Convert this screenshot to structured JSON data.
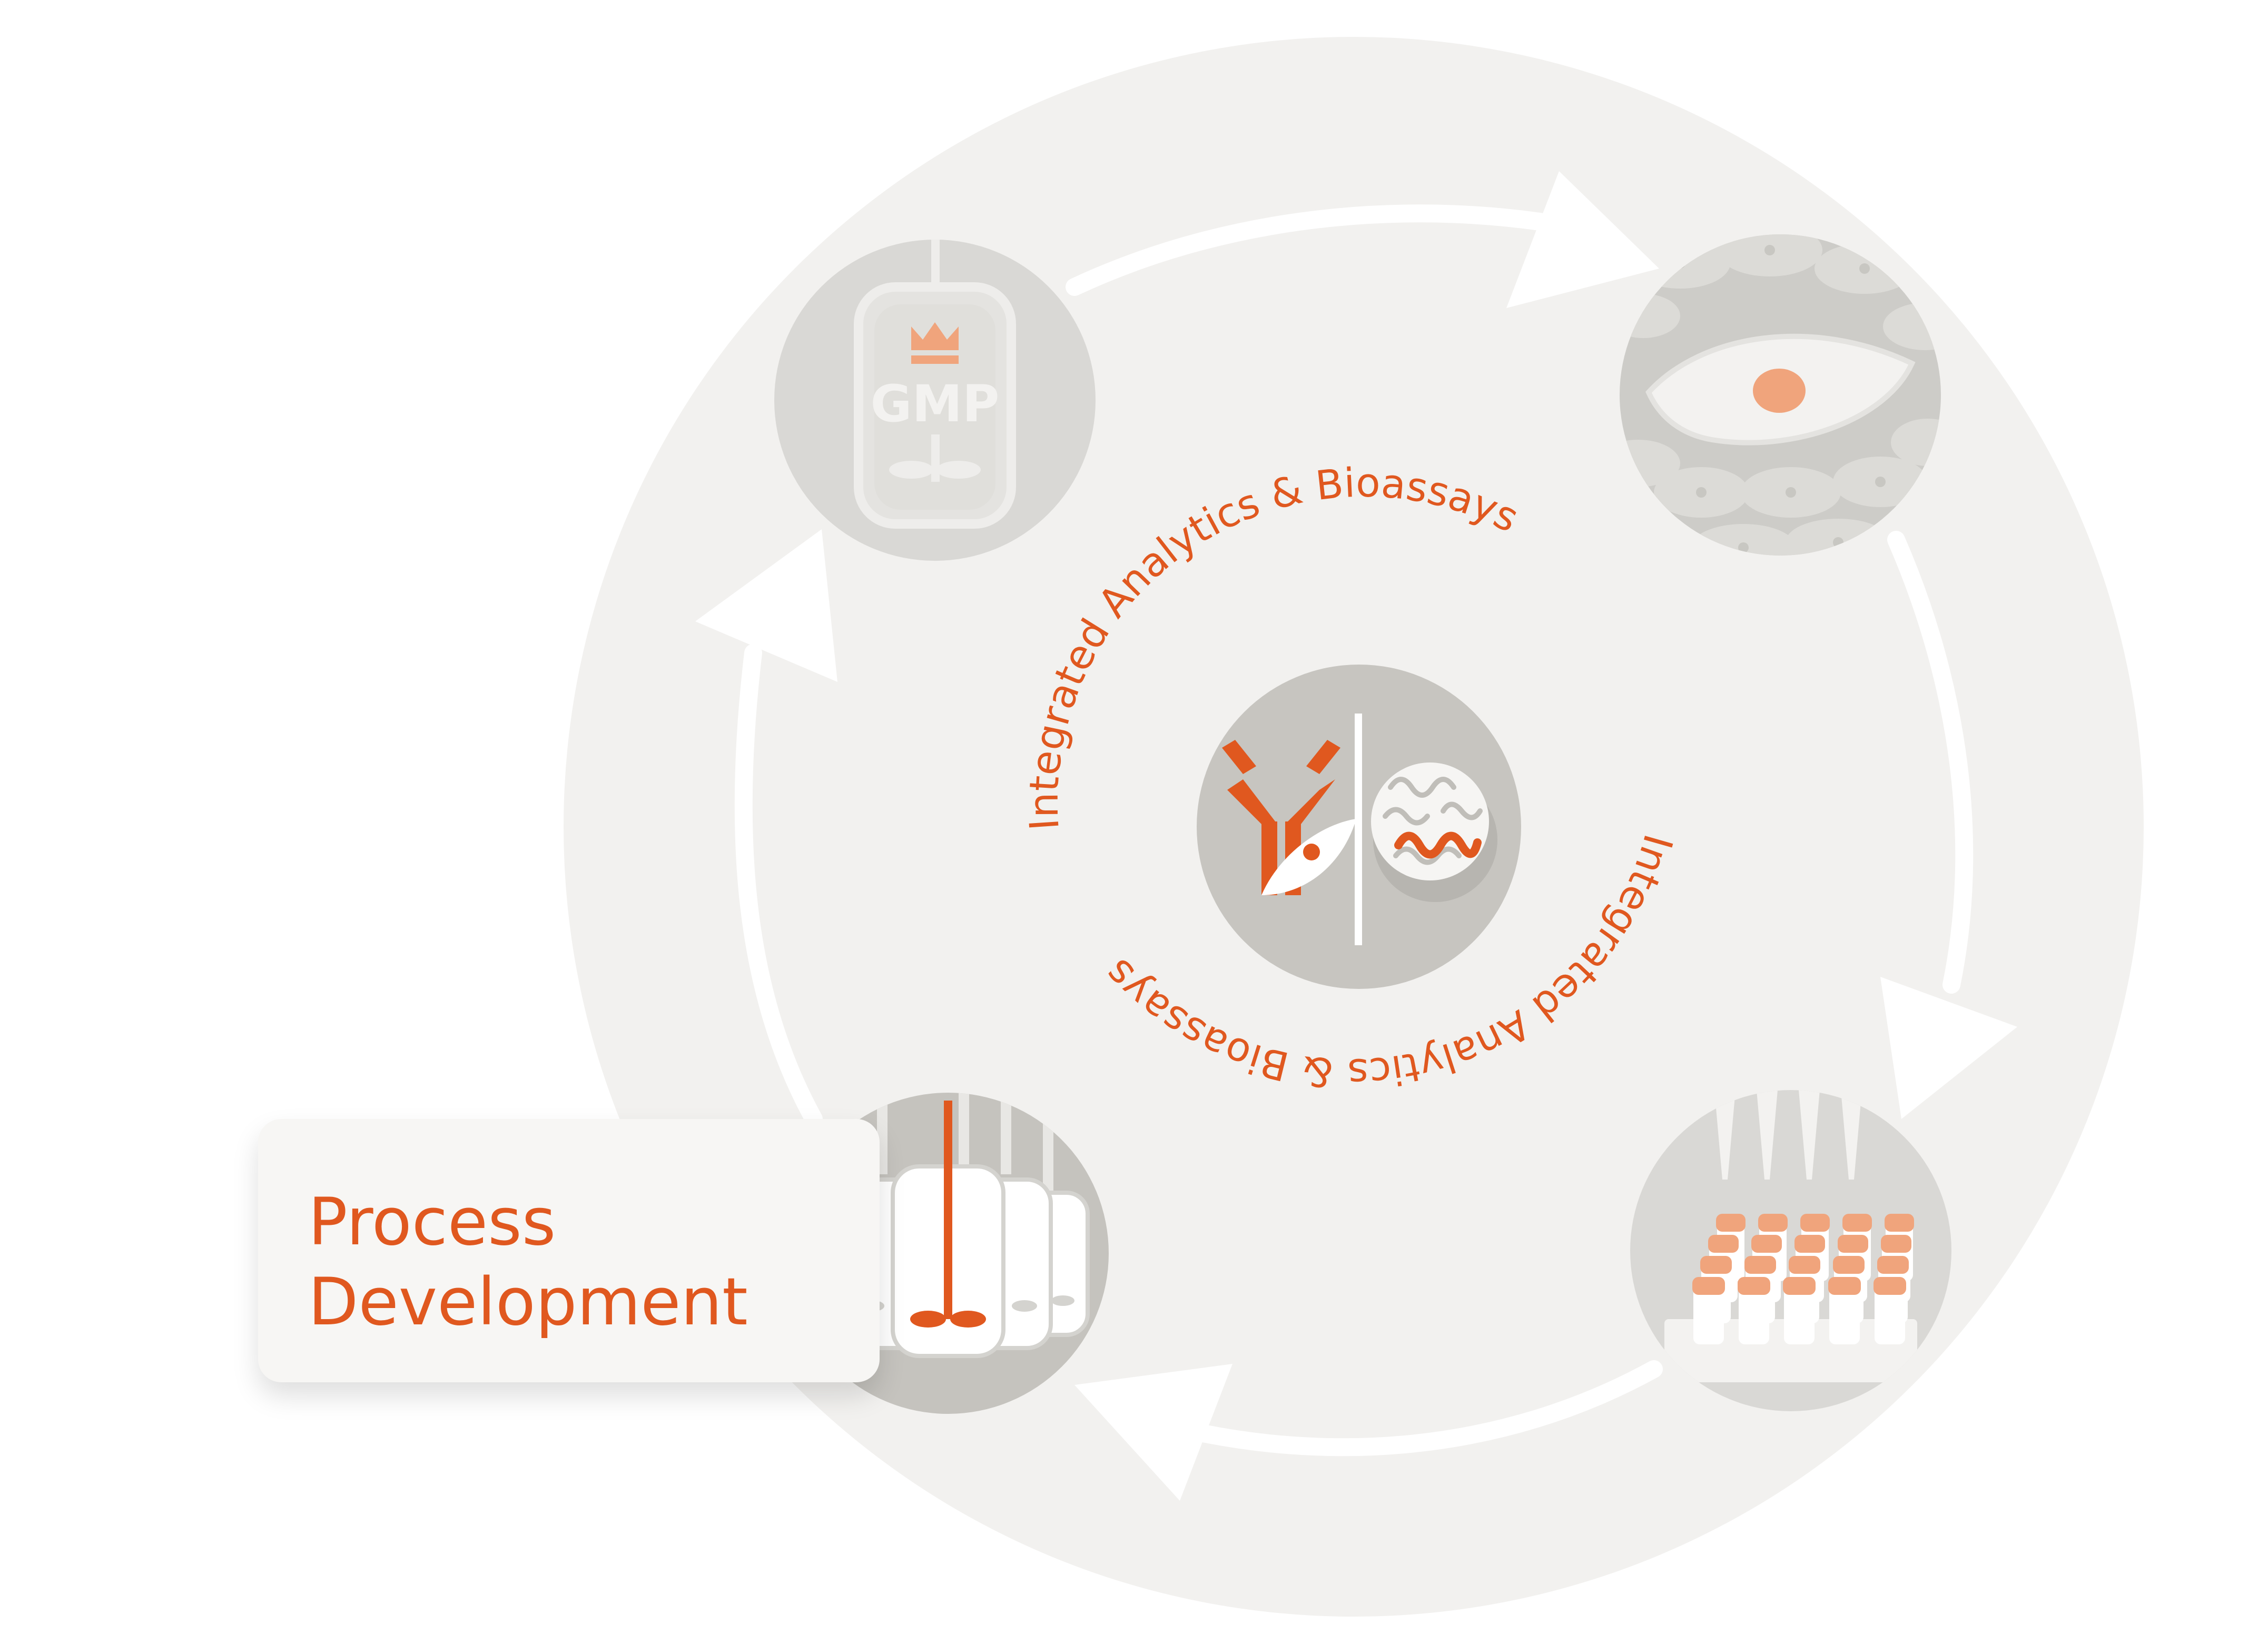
{
  "diagram": {
    "center_label_upper": "Integrated Analytics & Bioassays",
    "center_label_lower": "Integrated Analytics & Bioassays",
    "gmp_label": "GMP",
    "selected_stage_title": "Process\nDevelopment",
    "stages": [
      "gmp-bioreactor",
      "cell-line",
      "screening-plate",
      "process-development-bioreactors"
    ],
    "arrow_count": 4,
    "colors": {
      "accent": "#e0581f",
      "accent_light": "#f0a47c",
      "ring": "#f2f1ef",
      "node": "#c5c3be",
      "node_light": "#d9d8d5",
      "white": "#ffffff"
    }
  }
}
